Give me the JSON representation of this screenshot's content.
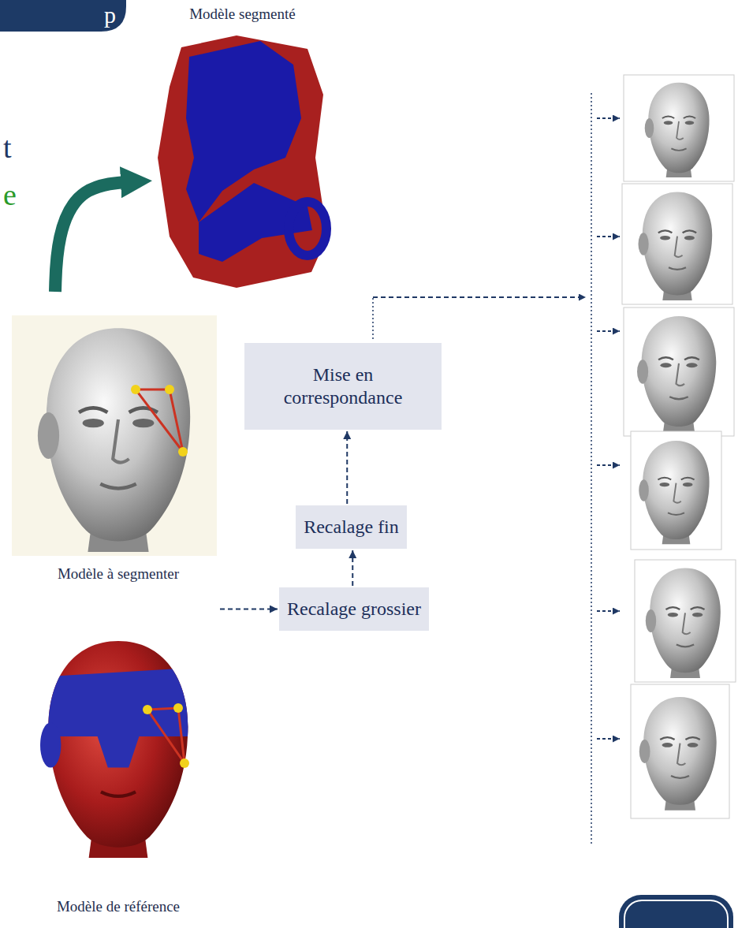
{
  "diagram": {
    "nodes": [
      {
        "text": [
          "Modèle segmenté"
        ]
      },
      {
        "text": [
          "Modèle à segmenter"
        ]
      },
      {
        "text": [
          "Mise en correspondance"
        ]
      },
      {
        "text": [
          "Recalage fin"
        ]
      },
      {
        "text": [
          "Recalage grossier"
        ]
      },
      {
        "text": [
          "Modèle de référence"
        ]
      }
    ],
    "edges": [
      {
        "from": 1,
        "to": 0,
        "arrow": "to"
      },
      {
        "from": 5,
        "to": 4,
        "arrow": "to"
      },
      {
        "from": 4,
        "to": 3,
        "arrow": "to"
      },
      {
        "from": 3,
        "to": 2,
        "arrow": "to"
      }
    ],
    "labels": [
      "p",
      "t",
      "e"
    ]
  }
}
